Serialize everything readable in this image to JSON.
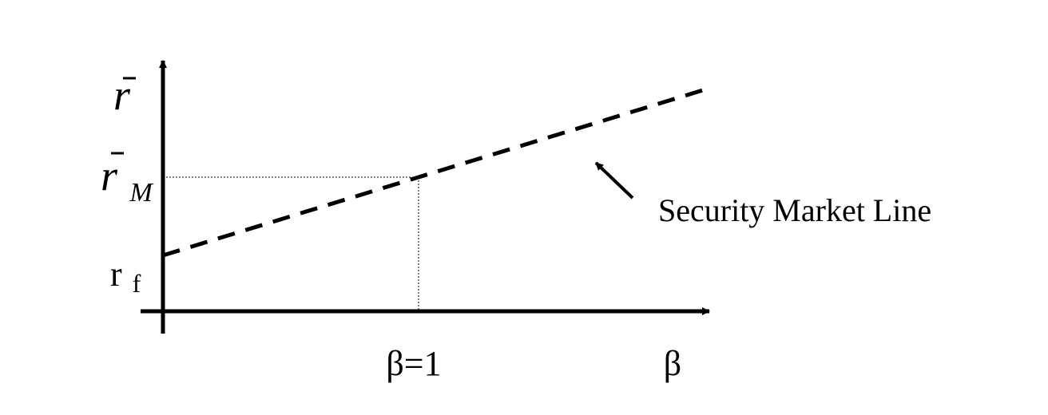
{
  "chart_data": {
    "type": "line",
    "title": "",
    "xlabel": "β",
    "ylabel": "r",
    "x_ticks": [
      {
        "value": 1,
        "label": "β=1"
      }
    ],
    "y_ticks": [
      {
        "label_base": "r",
        "label_sub": "f",
        "overbar": false,
        "sub_italic": false
      },
      {
        "label_base": "r",
        "label_sub": "M",
        "overbar": true,
        "sub_italic": true
      }
    ],
    "y_axis_label": {
      "base": "r",
      "overbar": true
    },
    "series": [
      {
        "name": "Security Market Line",
        "style": "dashed",
        "points": [
          {
            "x": 0,
            "y": "r_f"
          },
          {
            "x": 1,
            "y": "r_M"
          }
        ]
      }
    ],
    "annotation": {
      "text": "Security Market Line",
      "arrow": true
    },
    "guides": {
      "dotted_projection_at_beta": 1
    },
    "grid": false,
    "legend": "none",
    "colors": {
      "line": "#000000",
      "axis": "#000000",
      "background": "#ffffff"
    }
  }
}
